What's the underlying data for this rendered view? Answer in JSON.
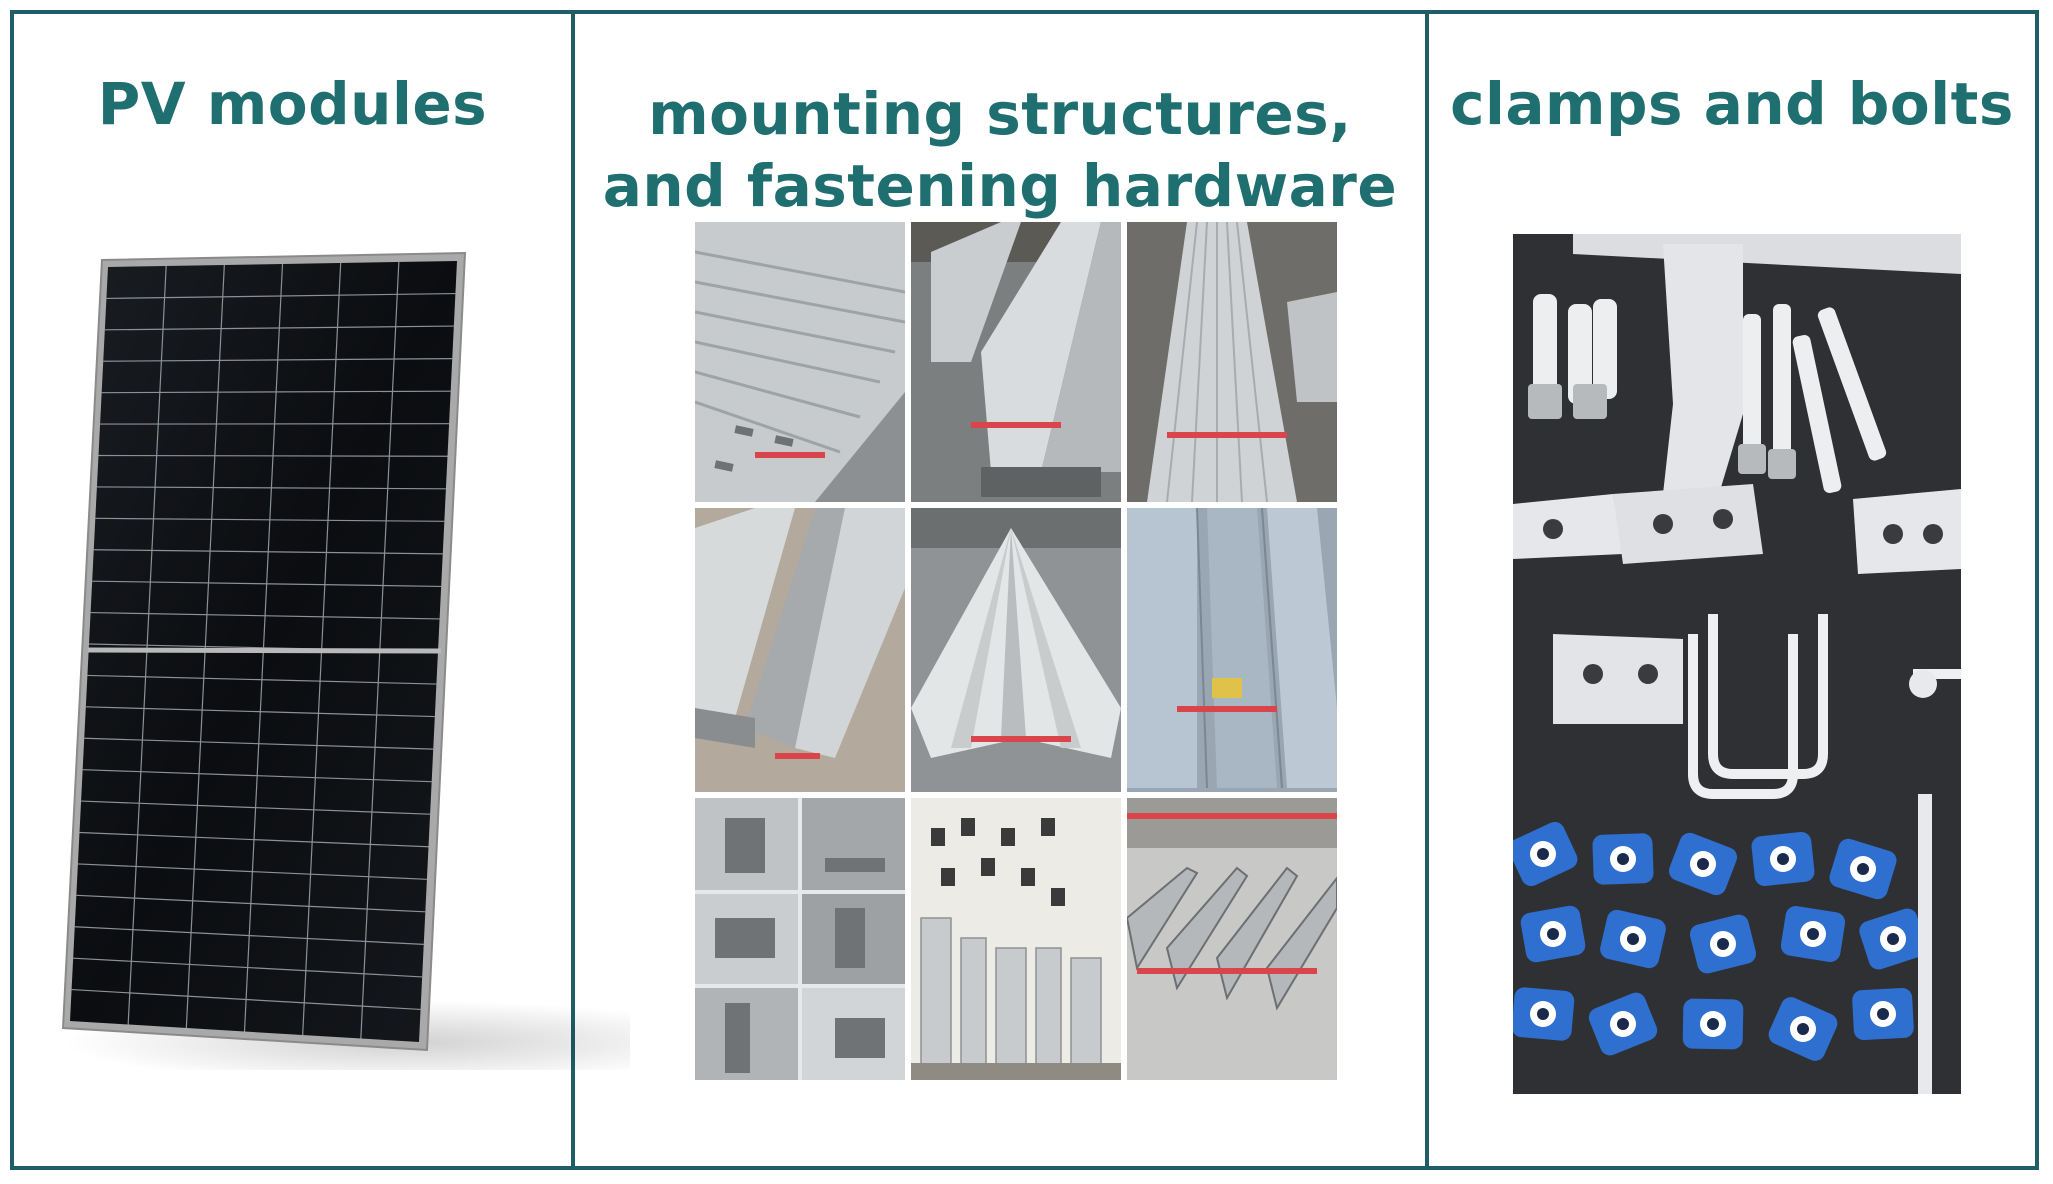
{
  "panels": [
    {
      "title_lines": [
        "PV modules"
      ],
      "image": "solar-panel-photo"
    },
    {
      "title_lines": [
        "mounting structures,",
        "and fastening hardware"
      ],
      "image": "mounting-rail-photo-grid"
    },
    {
      "title_lines": [
        "clamps and bolts"
      ],
      "image": "clamps-bolts-photo"
    }
  ],
  "colors": {
    "frame": "#1f5e66",
    "title": "#1f6f70",
    "panel_cells": "#0f1114",
    "clamp_blue": "#2e6fd0"
  },
  "mounting_tiles": [
    "c-channel-stack",
    "rail-profiles",
    "long-rails",
    "u-profiles",
    "v-profile",
    "steel-sheets",
    "profile-collage",
    "rail-display",
    "slotted-channels"
  ]
}
